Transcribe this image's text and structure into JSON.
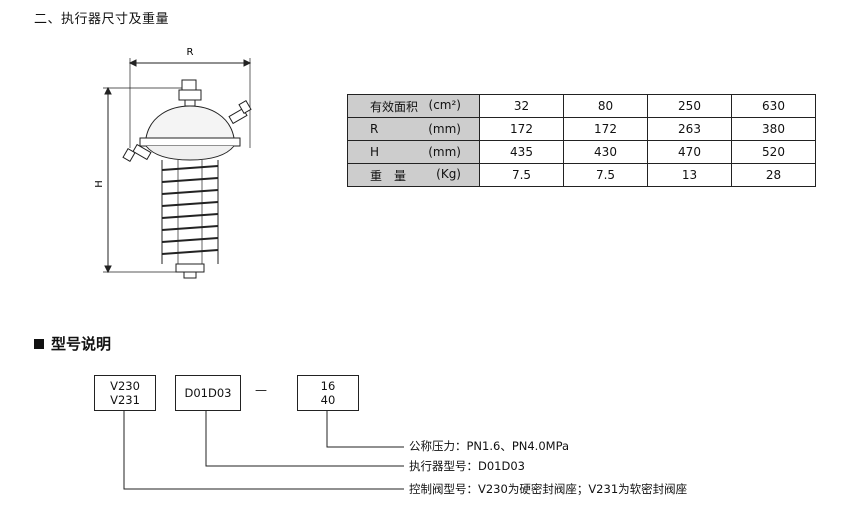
{
  "section_title": "二、执行器尺寸及重量",
  "drawing": {
    "dim_r": "R",
    "dim_h": "H"
  },
  "table": {
    "rows": [
      {
        "label_left": "有效面积",
        "label_right": "(cm²)",
        "values": [
          "32",
          "80",
          "250",
          "630"
        ]
      },
      {
        "label_left": "R",
        "label_right": "(mm)",
        "values": [
          "172",
          "172",
          "263",
          "380"
        ]
      },
      {
        "label_left": "H",
        "label_right": "(mm)",
        "values": [
          "435",
          "430",
          "470",
          "520"
        ]
      },
      {
        "label_left": "重　量",
        "label_right": "(Kg)",
        "values": [
          "7.5",
          "7.5",
          "13",
          "28"
        ]
      }
    ]
  },
  "model_section": {
    "title": "型号说明",
    "box1": [
      "V230",
      "V231"
    ],
    "box2": "D01D03",
    "separator": "—",
    "box3": [
      "16",
      "40"
    ],
    "legend": [
      "公称压力：PN1.6、PN4.0MPa",
      "执行器型号：D01D03",
      "控制阀型号：V230为硬密封阀座；V231为软密封阀座"
    ]
  }
}
